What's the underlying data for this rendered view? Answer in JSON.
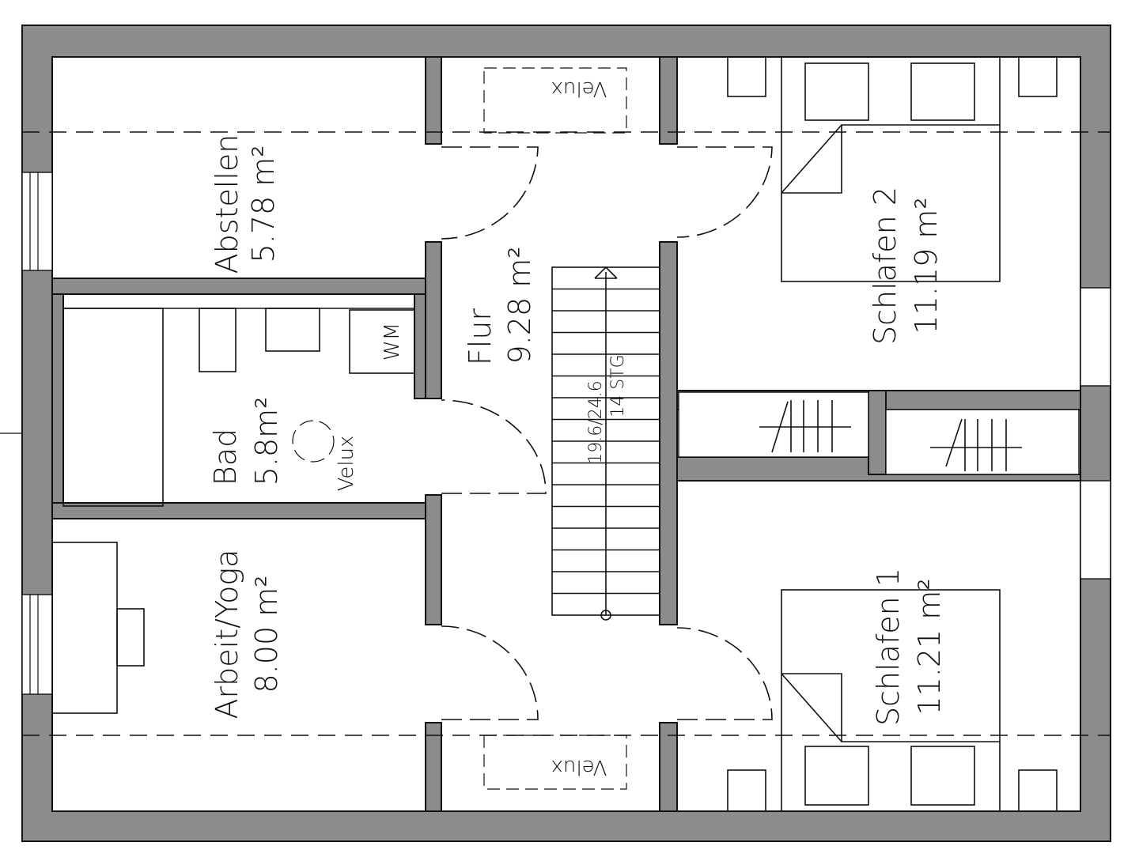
{
  "rooms": {
    "abstellen": {
      "name": "Abstellen",
      "area": "5.78 m²"
    },
    "flur": {
      "name": "Flur",
      "area": "9.28 m²"
    },
    "bad": {
      "name": "Bad",
      "area": "5.8m²"
    },
    "arbeit": {
      "name": "Arbeit/Yoga",
      "area": "8.00 m²"
    },
    "schlafen2": {
      "name": "Schlafen 2",
      "area": "11.19 m²"
    },
    "schlafen1": {
      "name": "Schlafen 1",
      "area": "11.21 m²"
    }
  },
  "fixtures": {
    "velux_top": "Velux",
    "velux_bottom": "Velux",
    "velux_bad": "Velux",
    "wm": "WM"
  },
  "stair": {
    "dimension": "19.6/24.6",
    "steps": "14 STG"
  }
}
